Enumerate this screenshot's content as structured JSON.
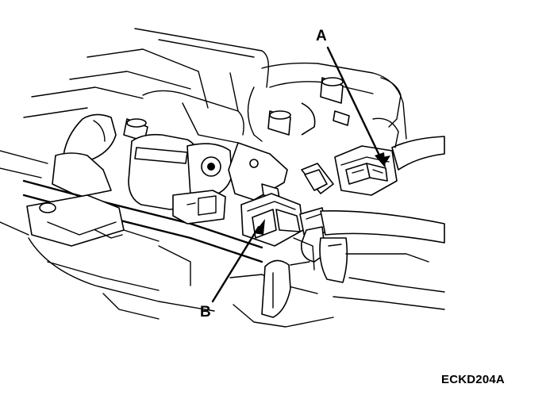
{
  "callouts": {
    "a": "A",
    "b": "B"
  },
  "figure_code": "ECKD204A"
}
